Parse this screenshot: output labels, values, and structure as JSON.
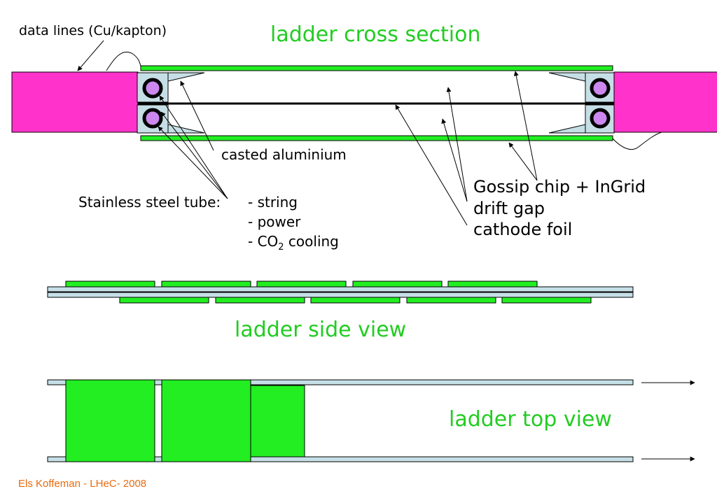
{
  "titles": {
    "cross_section": "ladder cross section",
    "side_view": "ladder side view",
    "top_view": "ladder top view"
  },
  "labels": {
    "data_lines": "data lines (Cu/kapton)",
    "casted_aluminium": "casted aluminium",
    "stainless_steel_tube": "Stainless steel tube:",
    "string": "- string",
    "power": "- power",
    "co2_prefix": "- CO",
    "co2_subscript": "2",
    "co2_suffix": " cooling",
    "gossip_chip": "Gossip chip + InGrid",
    "drift_gap": "drift gap",
    "cathode_foil": "cathode foil"
  },
  "footer": "Els Koffeman - LHeC- 2008",
  "colors": {
    "chip_green": "#22ee22",
    "connector_magenta": "#ff33cc",
    "tube_fill": "#cc88ee",
    "frame_blue": "#c6dfe6",
    "title_green": "#22cc22",
    "footer_orange": "#e86a10"
  }
}
